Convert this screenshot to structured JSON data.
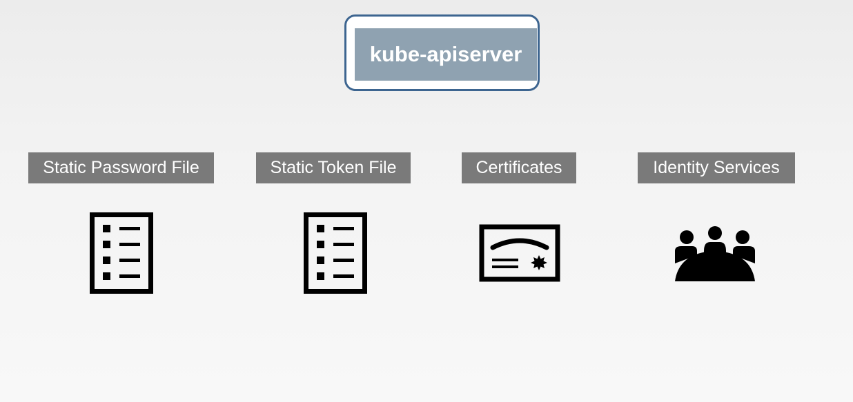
{
  "server": {
    "label": "kube-apiserver"
  },
  "methods": [
    {
      "label": "Static Password File",
      "icon": "list-document-icon"
    },
    {
      "label": "Static Token File",
      "icon": "list-document-icon"
    },
    {
      "label": "Certificates",
      "icon": "certificate-icon"
    },
    {
      "label": "Identity Services",
      "icon": "group-users-icon"
    }
  ],
  "colors": {
    "server_border": "#3d6590",
    "server_fill": "#8fa2b1",
    "label_fill": "#7a7a7a",
    "icon": "#000000"
  }
}
